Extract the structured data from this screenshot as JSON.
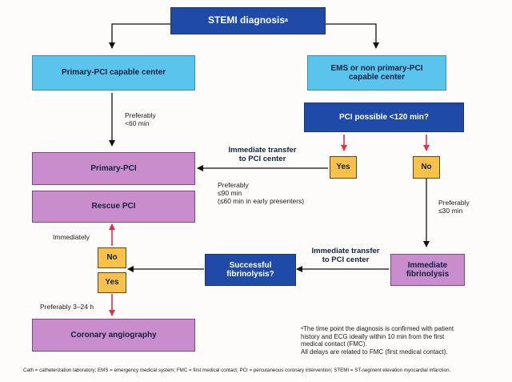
{
  "nodes": {
    "stemi": {
      "label": "STEMI diagnosis",
      "sup": "a"
    },
    "primary_center": {
      "label": "Primary-PCI capable center"
    },
    "ems": {
      "line1": "EMS or non primary-PCI",
      "line2": "capable center"
    },
    "pci_possible": {
      "label": "PCI possible <120 min?"
    },
    "yes_top": {
      "label": "Yes"
    },
    "no_top": {
      "label": "No"
    },
    "primary_pci": {
      "label": "Primary-PCI"
    },
    "rescue_pci": {
      "label": "Rescue PCI"
    },
    "no_mid": {
      "label": "No"
    },
    "yes_mid": {
      "label": "Yes"
    },
    "successful": {
      "line1": "Successful",
      "line2": "fibrinolysis?"
    },
    "immediate_fib": {
      "line1": "Immediate",
      "line2": "fibrinolysis"
    },
    "coronary": {
      "label": "Coronary angiography"
    }
  },
  "edge_labels": {
    "pref60": {
      "line1": "Preferably",
      "line2": "<60 min"
    },
    "transfer_top": {
      "line1": "Immediate transfer",
      "line2": "to PCI center"
    },
    "pref90": {
      "line1": "Preferably",
      "line2": "≤90 min",
      "line3": "(≤60 min in early presenters)"
    },
    "pref30": {
      "line1": "Preferably",
      "line2": "≤30 min"
    },
    "immediately": {
      "label": "Immediately"
    },
    "transfer_bottom": {
      "line1": "Immediate transfer",
      "line2": "to PCI center"
    },
    "pref3_24": {
      "label": "Preferably 3–24 h"
    }
  },
  "footnote": {
    "line1": "ᵃThe time point the diagnosis is confirmed with patient",
    "line2": "history and ECG ideally within 10 min from the first",
    "line3": "medical contact (FMC).",
    "line4": "All delays are related to FMC (first medical contact)."
  },
  "abbreviations": "Cath = catheterization laboratory; EMS = emergency medical system; FMC = first medical contact; PCI = percutaneous coronary intervention; STEMI = ST-segment elevation myocardial infarction.",
  "colors": {
    "navy": "#1f4aa8",
    "cyan": "#5bc4ec",
    "purple": "#c98ccc",
    "orange": "#f8c14a",
    "red_arrow": "#e0314b",
    "black_arrow": "#111111"
  }
}
